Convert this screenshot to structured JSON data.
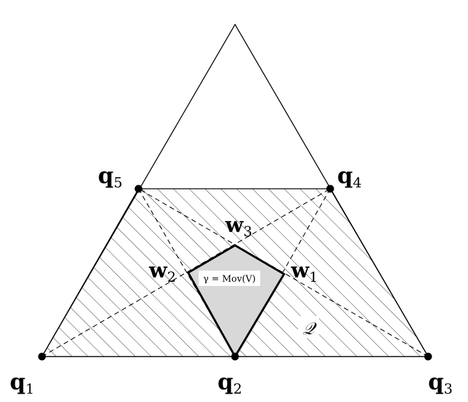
{
  "diagram": {
    "points": {
      "q1": {
        "name": "q",
        "sub": "1"
      },
      "q2": {
        "name": "q",
        "sub": "2"
      },
      "q3": {
        "name": "q",
        "sub": "3"
      },
      "q4": {
        "name": "q",
        "sub": "4"
      },
      "q5": {
        "name": "q",
        "sub": "5"
      },
      "w1": {
        "name": "w",
        "sub": "1"
      },
      "w2": {
        "name": "w",
        "sub": "2"
      },
      "w3": {
        "name": "w",
        "sub": "3"
      }
    },
    "region_label": "𝒬",
    "kite_label": "γ = Mov(V)",
    "colors": {
      "kite_fill": "#d8d8d8",
      "line": "#000000",
      "label_box": "#ffffff"
    }
  }
}
